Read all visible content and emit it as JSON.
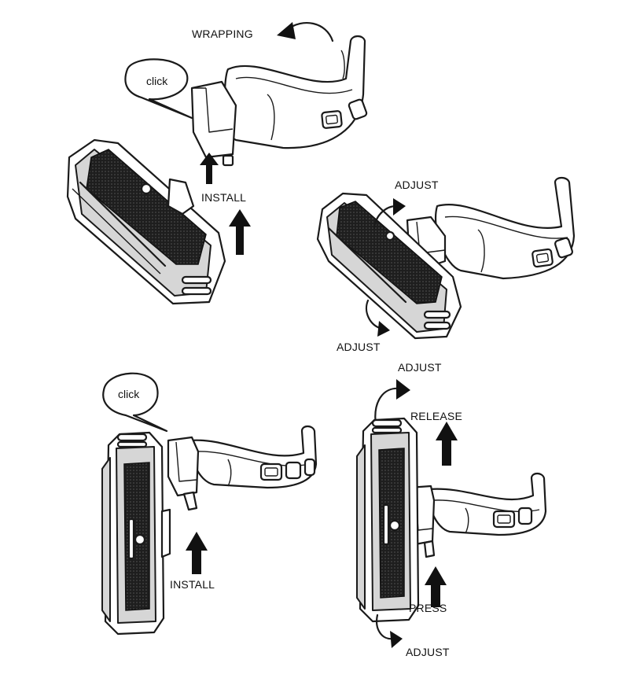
{
  "labels": {
    "wrapping": "WRAPPING",
    "click_top": "click",
    "install_top": "INSTALL",
    "adjust_top_right_upper": "ADJUST",
    "adjust_top_right_lower": "ADJUST",
    "click_bottom": "click",
    "install_bottom": "INSTALL",
    "adjust_bottom_right_upper": "ADJUST",
    "release": "RELEASE",
    "press": "PRESS",
    "adjust_bottom_right_lower": "ADJUST"
  },
  "colors": {
    "ink": "#1a1a1a",
    "lens": "#1e1e1e",
    "shade": "#d6d6d6",
    "paper": "#ffffff"
  }
}
